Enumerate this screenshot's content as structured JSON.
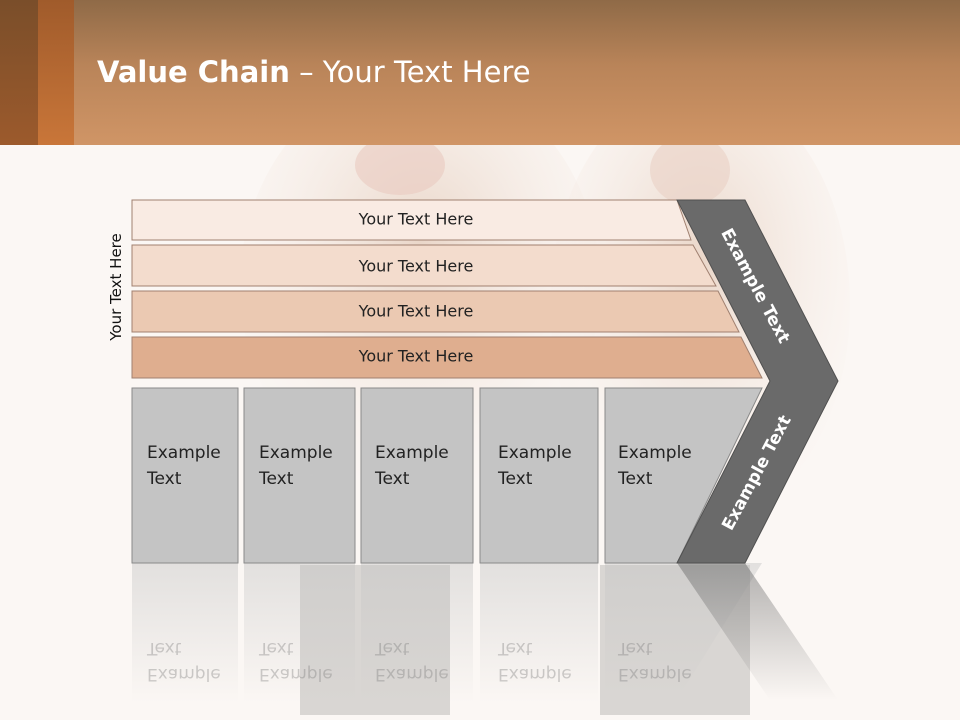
{
  "slide": {
    "title_bold": "Value Chain",
    "title_rest": " – Your Text Here",
    "vertical_label": "Your Text Here",
    "rows": [
      {
        "label": "Your Text Here",
        "color": "#f9ebe3"
      },
      {
        "label": "Your Text Here",
        "color": "#f3dccd"
      },
      {
        "label": "Your Text Here",
        "color": "#ebc9b2"
      },
      {
        "label": "Your Text Here",
        "color": "#dfae8f"
      }
    ],
    "boxes": [
      {
        "label": "Example\nText"
      },
      {
        "label": "Example\nText"
      },
      {
        "label": "Example\nText"
      },
      {
        "label": "Example\nText"
      },
      {
        "label": "Example\nText"
      }
    ],
    "chevron_top": "Example Text",
    "chevron_bottom": "Example Text",
    "colors": {
      "header_accent": "#c97639",
      "chevron": "#6a6a6a",
      "box_fill": "#c4c4c4"
    }
  }
}
